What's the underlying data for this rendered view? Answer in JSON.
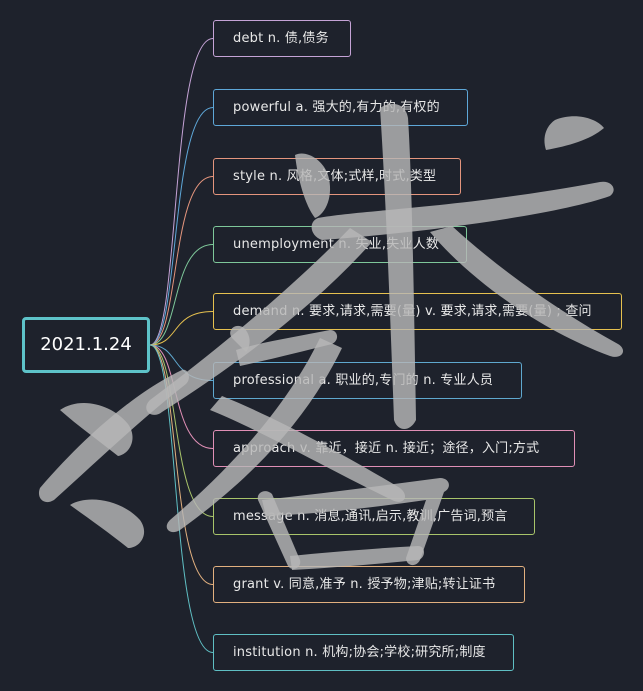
{
  "root": {
    "label": "2021.1.24",
    "color": "#5ec3c9"
  },
  "watermark": {
    "glyphs": "米洛"
  },
  "nodes": [
    {
      "label": "debt n. 债,债务",
      "color": "#c5a3d6"
    },
    {
      "label": "powerful a. 强大的,有力的,有权的",
      "color": "#5ea7d8"
    },
    {
      "label": "style n. 风格,文体;式样,时式,类型",
      "color": "#e4957d"
    },
    {
      "label": "unemployment n. 失业,失业人数",
      "color": "#7ec89a"
    },
    {
      "label": "demand n. 要求,请求,需要(量) v. 要求,请求,需要(量) ; 查问",
      "color": "#e6c14f"
    },
    {
      "label": "professional a. 职业的,专门的 n. 专业人员",
      "color": "#5fa8cf"
    },
    {
      "label": "approach v. 靠近，接近 n. 接近；途径，入门;方式",
      "color": "#e08fb6"
    },
    {
      "label": "message n. 消息,通讯,启示,教训,广告词,预言",
      "color": "#a8c46a"
    },
    {
      "label": "grant v. 同意,准予 n. 授予物;津贴;转让证书",
      "color": "#e2b07f"
    },
    {
      "label": "institution n. 机构;协会;学校;研究所;制度",
      "color": "#5fbfc4"
    }
  ]
}
